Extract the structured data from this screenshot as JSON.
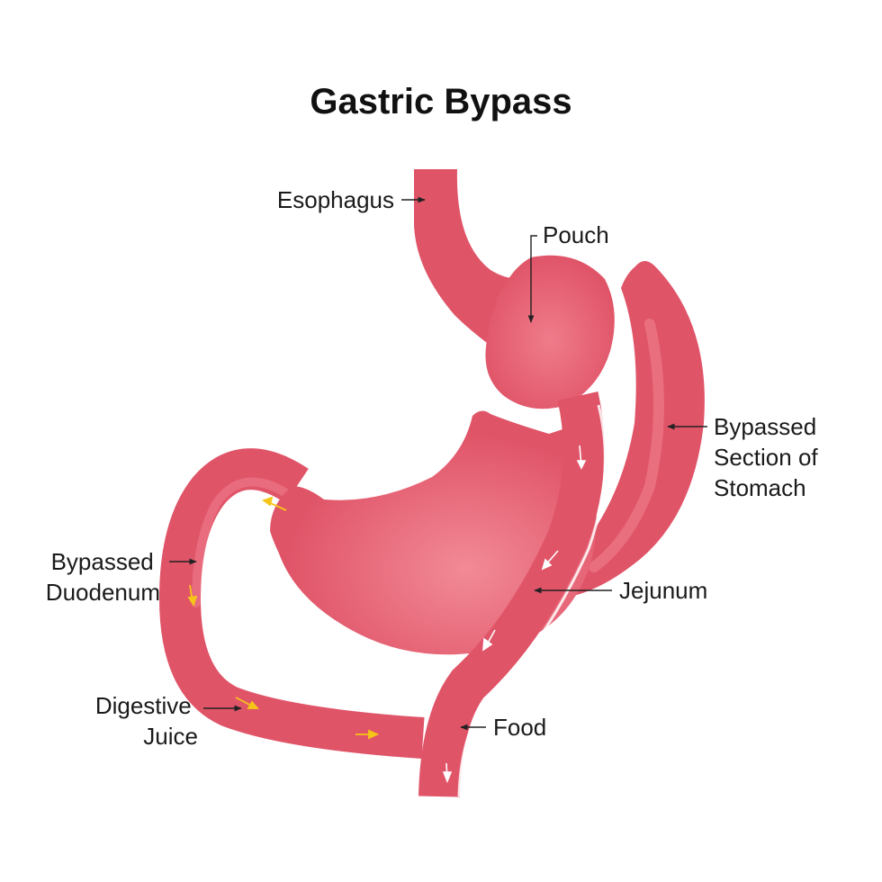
{
  "title": "Gastric Bypass",
  "labels": {
    "esophagus": "Esophagus",
    "pouch": "Pouch",
    "bypassed_section": [
      "Bypassed",
      "Section of",
      "Stomach"
    ],
    "bypassed_duodenum": [
      "Bypassed",
      "Duodenum"
    ],
    "jejunum": "Jejunum",
    "digestive_juice": [
      "Digestive",
      "Juice"
    ],
    "food": "Food"
  },
  "colors": {
    "tissue": "#e05468",
    "tissue_highlight": "#f28a96",
    "food_arrow": "#ffffff",
    "juice_arrow": "#f5c518"
  }
}
